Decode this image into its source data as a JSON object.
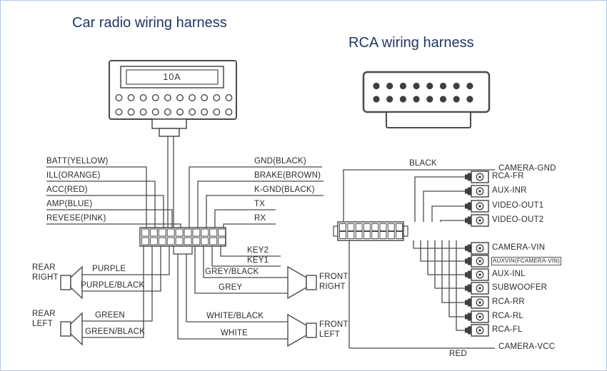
{
  "titles": {
    "car_harness": "Car radio wiring harness",
    "rca_harness": "RCA wiring harness"
  },
  "radio_connector": {
    "fuse_label": "10A"
  },
  "power_wires": [
    "BATT(YELLOW)",
    "ILL(ORANGE)",
    "ACC(RED)",
    "AMP(BLUE)",
    "REVESE(PINK)"
  ],
  "signal_wires": [
    "GND(BLACK)",
    "BRAKE(BROWN)",
    "K-GND(BLACK)",
    "TX",
    "RX"
  ],
  "key_wires": [
    "KEY2",
    "KEY1"
  ],
  "speakers": {
    "rear_right": {
      "line1": "REAR",
      "line2": "RIGHT",
      "wire1": "PURPLE",
      "wire2": "PURPLE/BLACK"
    },
    "rear_left": {
      "line1": "REAR",
      "line2": "LEFT",
      "wire1": "GREEN",
      "wire2": "GREEN/BLACK"
    },
    "front_right": {
      "line1": "FRONT",
      "line2": "RIGHT",
      "wire1": "GREY/BLACK",
      "wire2": "GREY"
    },
    "front_left": {
      "line1": "FRONT",
      "line2": "LEFT",
      "wire1": "WHITE/BLACK",
      "wire2": "WHITE"
    }
  },
  "rca": {
    "top_wire": {
      "color_label": "BLACK",
      "name": "CAMERA-GND"
    },
    "bottom_wire": {
      "color_label": "RED",
      "name": "CAMERA-VCC"
    },
    "jacks": [
      "RCA-FR",
      "AUX-INR",
      "VIDEO-OUT1",
      "VIDEO-OUT2",
      "CAMERA-VIN",
      "AUXVIN(FCAMERA-VIN)",
      "AUX-INL",
      "SUBWOOFER",
      "RCA-RR",
      "RCA-RL",
      "RCA-FL"
    ]
  },
  "colors": {
    "title": "#1f3864",
    "line": "#4a4a4a",
    "border": "#b3c6e7"
  }
}
